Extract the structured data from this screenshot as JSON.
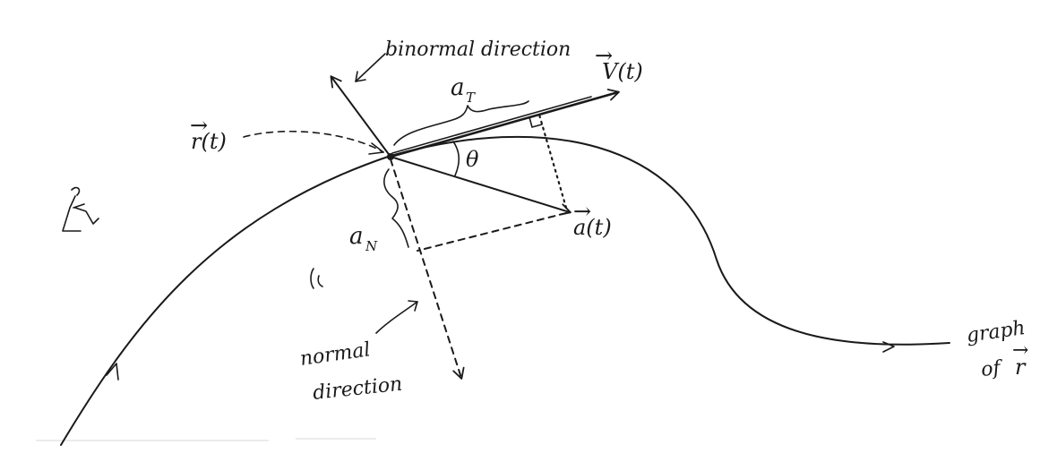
{
  "labels": {
    "binormal": "binormal direction",
    "velocity_arrow": "→",
    "velocity": "V(t)",
    "tangential_main": "a",
    "tangential_sub": "T",
    "position_arrow": "→",
    "position": "r(t)",
    "angle": "θ",
    "normal_comp_main": "a",
    "normal_comp_sub": "N",
    "acceleration_arrow": "→",
    "acceleration": "a(t)",
    "normal_line1": "normal",
    "normal_line2": "direction",
    "graph_line1": "graph",
    "graph_of": "of",
    "graph_arrow": "→",
    "graph_r": "r"
  }
}
